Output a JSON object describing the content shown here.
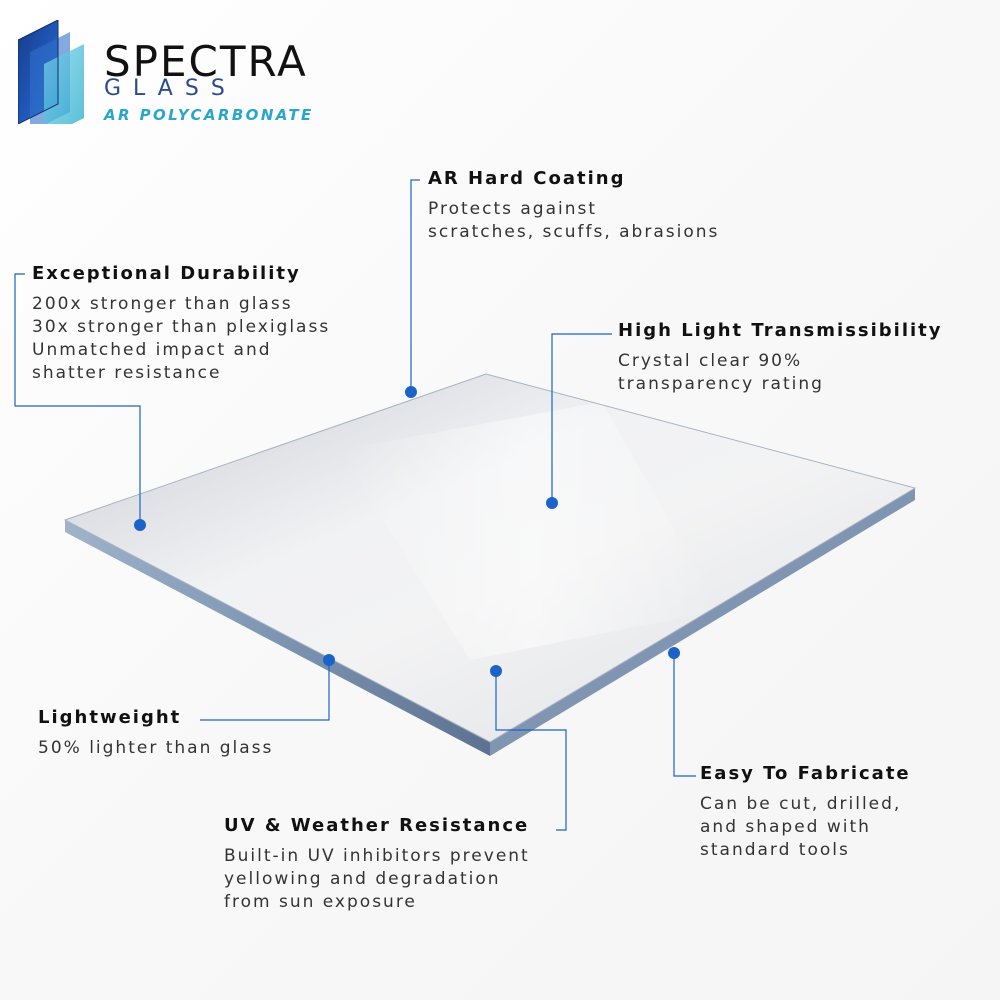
{
  "logo": {
    "brand": "SPECTRA",
    "subbrand": "GLASS",
    "tagline": "AR POLYCARBONATE"
  },
  "callouts": {
    "ar_hard_coating": {
      "title": "AR Hard Coating",
      "lines": [
        "Protects against",
        "scratches, scuffs, abrasions"
      ]
    },
    "exceptional_durability": {
      "title": "Exceptional Durability",
      "lines": [
        "200x stronger than glass",
        "30x stronger than plexiglass",
        "Unmatched impact and",
        "shatter resistance"
      ]
    },
    "high_light_transmissibility": {
      "title": "High Light Transmissibility",
      "lines": [
        "Crystal clear 90%",
        "transparency rating"
      ]
    },
    "lightweight": {
      "title": "Lightweight",
      "lines": [
        "50% lighter than glass"
      ]
    },
    "uv_weather_resistance": {
      "title": "UV & Weather Resistance",
      "lines": [
        "Built-in UV inhibitors prevent",
        "yellowing and degradation",
        "from sun exposure"
      ]
    },
    "easy_to_fabricate": {
      "title": "Easy To Fabricate",
      "lines": [
        "Can be cut, drilled,",
        "and shaped with",
        "standard tools"
      ]
    }
  },
  "colors": {
    "accent_blue": "#1c63c7",
    "tagline_teal": "#29a6c8",
    "text": "#111111",
    "subtext": "#333333"
  },
  "icons": {
    "logo_mark": "stacked-glass-panels-icon",
    "callout_marker": "blue-dot-marker-icon"
  }
}
